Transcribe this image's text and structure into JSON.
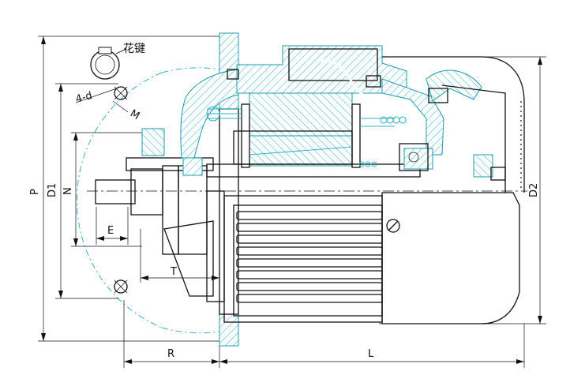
{
  "labels": {
    "spline": "花键",
    "holes": "4-d",
    "M": "M",
    "P": "P",
    "D1": "D1",
    "N": "N",
    "E": "E",
    "T": "T",
    "R": "R",
    "L": "L",
    "D2": "D2"
  },
  "colors": {
    "ink": "#111111",
    "accent": "#2fb3c7",
    "background": "#ffffff"
  }
}
